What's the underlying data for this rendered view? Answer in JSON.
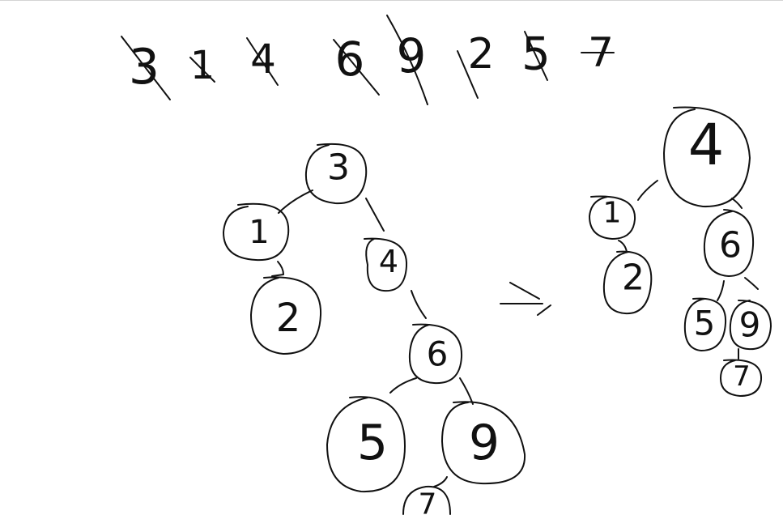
{
  "sequence": [
    "3",
    "1",
    "4",
    "6",
    "9",
    "2",
    "5",
    "7"
  ],
  "struck_out": true,
  "arrow_label": "->",
  "ink_color": "#111111",
  "tree_before": {
    "nodes": [
      "3",
      "1",
      "2",
      "4",
      "6",
      "5",
      "9",
      "7"
    ],
    "edges": [
      [
        "3",
        "1"
      ],
      [
        "1",
        "2"
      ],
      [
        "3",
        "4"
      ],
      [
        "4",
        "6"
      ],
      [
        "6",
        "5"
      ],
      [
        "6",
        "9"
      ],
      [
        "9",
        "7"
      ]
    ]
  },
  "tree_after": {
    "nodes": [
      "4",
      "1",
      "2",
      "6",
      "5",
      "9",
      "7"
    ],
    "edges": [
      [
        "4",
        "1"
      ],
      [
        "1",
        "2"
      ],
      [
        "4",
        "6"
      ],
      [
        "6",
        "5"
      ],
      [
        "6",
        "9"
      ],
      [
        "9",
        "7"
      ]
    ]
  }
}
